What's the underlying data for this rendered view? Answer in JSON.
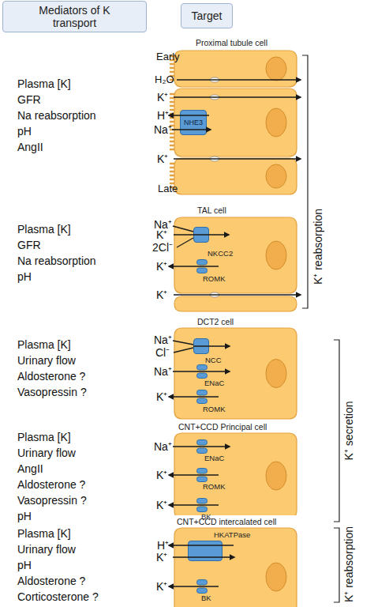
{
  "diagram": {
    "nodes": [
      {
        "text": [
          "Mediators of K transport"
        ]
      },
      {
        "text": [
          "Target"
        ]
      },
      {
        "text": [
          "Proximal tubule cell"
        ]
      },
      {
        "text": [
          "NHE3"
        ],
        "in": 2
      },
      {
        "text": [
          "TAL cell"
        ]
      },
      {
        "text": [
          "NKCC2"
        ],
        "in": 4
      },
      {
        "text": [
          "ROMK"
        ],
        "in": 4
      },
      {
        "text": [
          "DCT2 cell"
        ]
      },
      {
        "text": [
          "NCC"
        ],
        "in": 7
      },
      {
        "text": [
          "ENaC"
        ],
        "in": 7
      },
      {
        "text": [
          "ROMK"
        ],
        "in": 7
      },
      {
        "text": [
          "CNT+CCD Principal cell"
        ]
      },
      {
        "text": [
          "ENaC"
        ],
        "in": 11
      },
      {
        "text": [
          "ROMK"
        ],
        "in": 11
      },
      {
        "text": [
          "BK"
        ],
        "in": 11
      },
      {
        "text": [
          "CNT+CCD intercalated cell"
        ]
      },
      {
        "text": [
          "HKATPase"
        ],
        "in": 15
      },
      {
        "text": [
          "BK"
        ],
        "in": 15
      }
    ],
    "labels": [
      "Plasma [K]",
      "GFR",
      "Na reabsorption",
      "pH",
      "AngII",
      "Plasma [K]",
      "GFR",
      "Na reabsorption",
      "pH",
      "Plasma [K]",
      "Urinary flow",
      "Aldosterone ?",
      "Vasopressin ?",
      "Plasma [K]",
      "Urinary flow",
      "AngII",
      "Aldosterone ?",
      "Vasopressin ?",
      "pH",
      "Plasma [K]",
      "Urinary flow",
      "pH",
      "Aldosterone ?",
      "Corticosterone ?",
      "Early",
      "H₂O",
      "K⁺",
      "H⁺",
      "Na⁺",
      "K⁺",
      "Late",
      "Na⁺",
      "K⁺",
      "2Cl⁻",
      "K⁺",
      "K⁺",
      "Na⁺",
      "Cl⁻",
      "Na⁺",
      "K⁺",
      "Na⁺",
      "K⁺",
      "K⁺",
      "H⁺",
      "K⁺",
      "K⁺",
      "K⁺ reabsorption",
      "K⁺ secretion",
      "K⁺ reabsorption"
    ]
  }
}
